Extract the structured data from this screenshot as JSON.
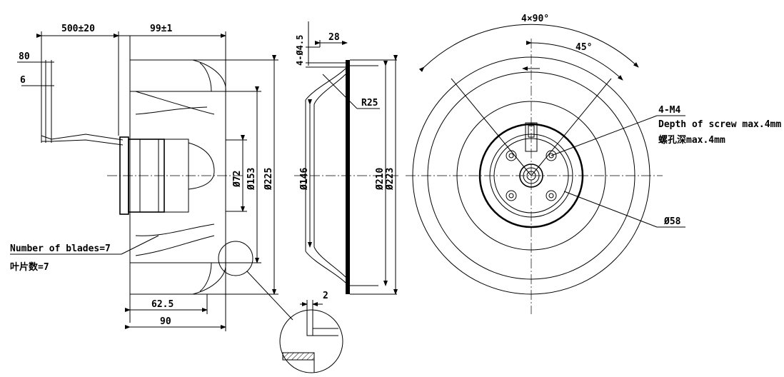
{
  "dimensions": {
    "cable_length": "500±20",
    "fan_height": "99±1",
    "lead_80": "80",
    "lead_6": "6",
    "motor_diameter": "Ø72",
    "inlet_153": "Ø153",
    "outer_225": "Ø225",
    "dim_62_5": "62.5",
    "dim_90": "90",
    "mount_holes": "4-Ø4.5",
    "flange_28": "28",
    "radius": "R25",
    "inlet_146": "Ø146",
    "plate_210": "Ø210",
    "plate_223": "Ø223",
    "gap_2": "2",
    "angle_spacing": "4×90°",
    "angle_45": "45°",
    "screw_spec": "4-M4",
    "screw_depth_en": "Depth of screw max.4mm",
    "screw_depth_cn": "螺孔深max.4mm",
    "bolt_circle": "Ø58"
  },
  "notes": {
    "blades_en": "Number of blades=7",
    "blades_cn": "叶片数=7"
  }
}
